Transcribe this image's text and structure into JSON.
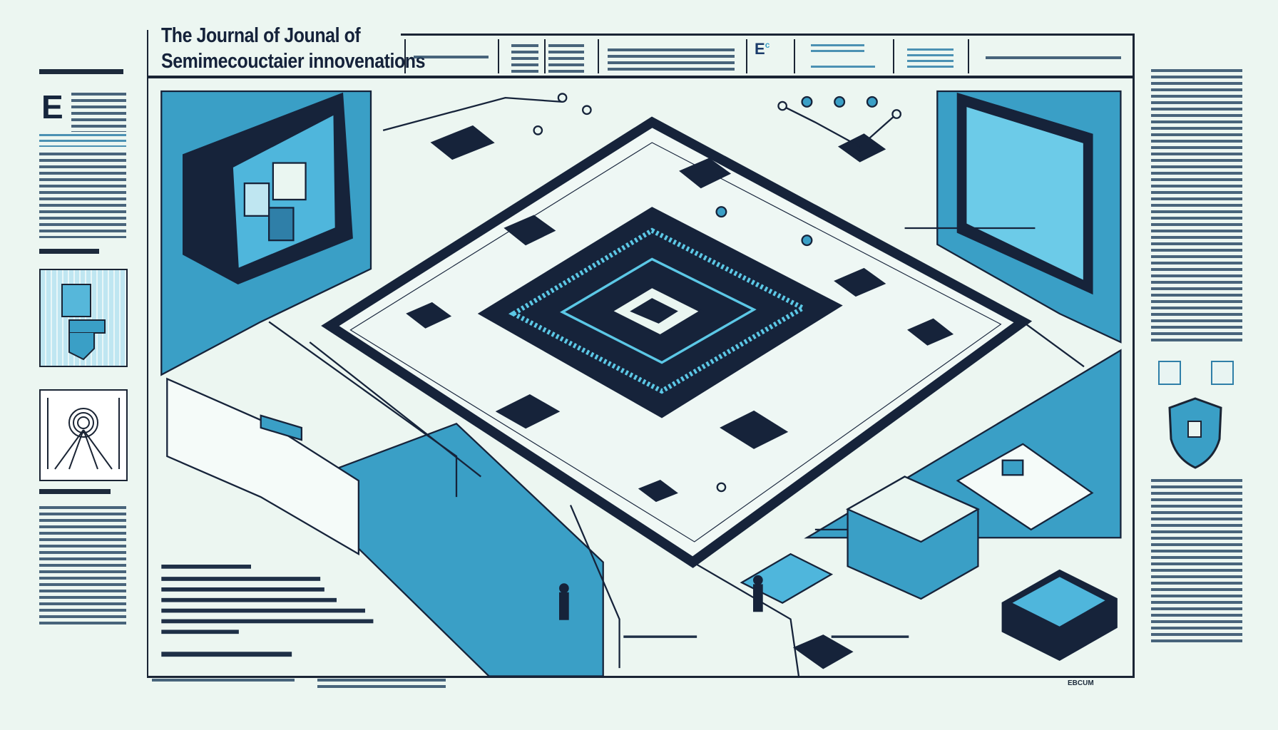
{
  "header": {
    "title_line1": "The  Journal of Jounal of",
    "title_line2": "Semimecouctaier innovenations",
    "header_glyph": "E",
    "header_glyph_small": "c"
  },
  "left_column": {
    "drop_cap": "E"
  },
  "footer": {
    "corner_mark": "EBCUM"
  },
  "colors": {
    "background": "#ecf6f1",
    "accent_blue": "#3a9fc6",
    "navy": "#16233a",
    "cyan": "#5cc8e6"
  },
  "icons": [
    "monitor-icon",
    "chip-icon",
    "circuit-board-icon",
    "fingerprint-icon",
    "shield-icon",
    "book-icon",
    "person-icon"
  ]
}
